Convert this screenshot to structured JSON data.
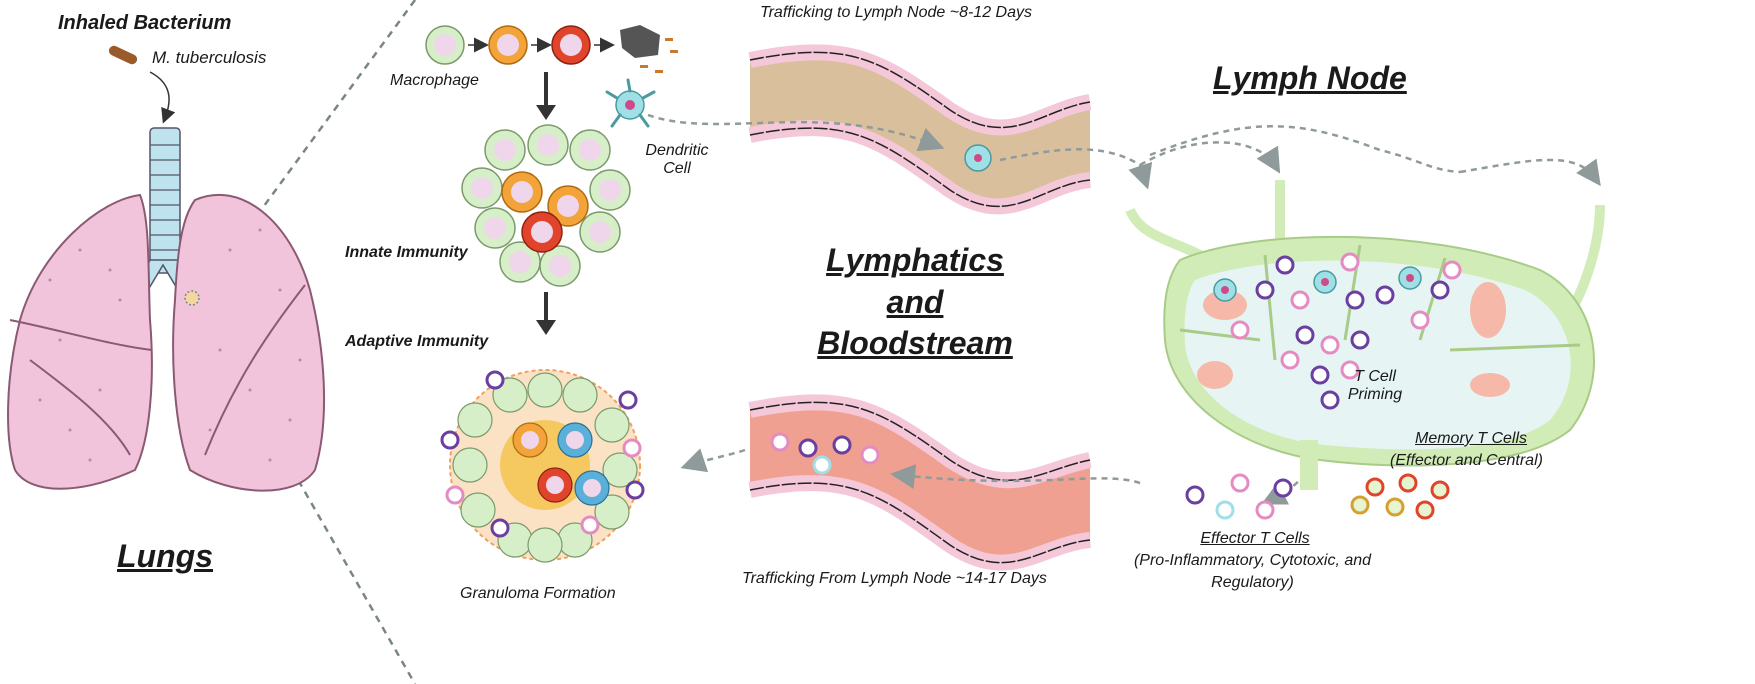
{
  "labels": {
    "inhaled_bacterium": "Inhaled Bacterium",
    "m_tuberculosis": "M. tuberculosis",
    "lungs": "Lungs",
    "macrophage": "Macrophage",
    "dendritic_cell_line1": "Dendritic",
    "dendritic_cell_line2": "Cell",
    "innate_immunity": "Innate Immunity",
    "adaptive_immunity": "Adaptive Immunity",
    "granuloma_formation": "Granuloma Formation",
    "trafficking_to": "Trafficking to Lymph Node ~8-12 Days",
    "trafficking_from": "Trafficking From Lymph Node ~14-17 Days",
    "lymphatics_line1": "Lymphatics",
    "lymphatics_line2": "and",
    "lymphatics_line3": "Bloodstream",
    "lymph_node": "Lymph Node",
    "t_cell_priming_line1": "T Cell",
    "t_cell_priming_line2": "Priming",
    "memory_t_cells": "Memory T Cells",
    "memory_t_cells_sub": "(Effector and Central)",
    "effector_t_cells": "Effector T Cells",
    "effector_t_cells_sub1": "(Pro-Inflammatory, Cytotoxic, and",
    "effector_t_cells_sub2": "Regulatory)"
  },
  "colors": {
    "lung_fill": "#f2c4dc",
    "lung_stroke": "#8a5a72",
    "trachea": "#bfe3ee",
    "macrophage_fill": "#d7efc9",
    "macrophage_nucleus": "#f0d6ea",
    "infected_orange": "#f2a33a",
    "infected_red": "#e0452b",
    "vessel_lymph": "#d9bf9c",
    "vessel_blood": "#f0a090",
    "vessel_wall": "#f4c8d8",
    "t_cell_purple": "#6b3fa0",
    "t_cell_pink": "#e58bc3",
    "lymph_node_green": "#d2ecb7",
    "lymph_node_inner": "#e6f4f4",
    "arrow_gray": "#8f9a9a",
    "dendritic": "#9fe0e6"
  }
}
